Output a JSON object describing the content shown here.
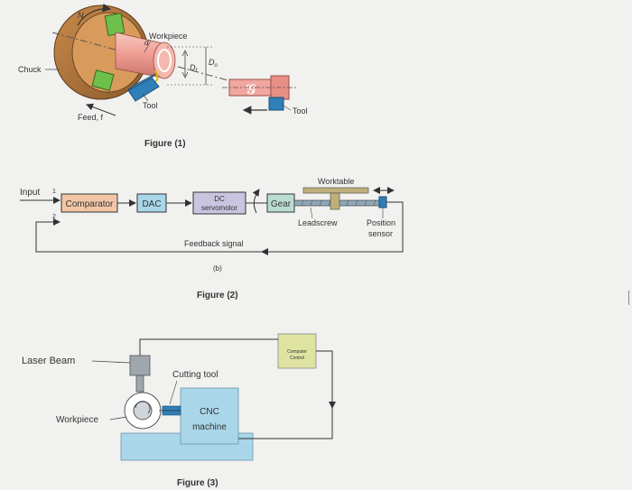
{
  "figure1": {
    "caption": "Figure (1)",
    "labels": {
      "chuck": "Chuck",
      "workpiece": "Workpiece",
      "tool_left": "Tool",
      "tool_right": "Tool",
      "feed": "Feed, f",
      "d": "d",
      "n": "N",
      "df": "D",
      "df_sub": "f",
      "do": "D",
      "do_sub": "o"
    }
  },
  "figure2": {
    "caption": "Figure (2)",
    "subcaption": "(b)",
    "blocks": {
      "input": "Input",
      "input_1": "1",
      "input_2": "2",
      "comparator": "Comparator",
      "dac": "DAC",
      "dc_line1": "DC",
      "dc_line2": "servomotor",
      "gear": "Gear",
      "worktable": "Worktable",
      "leadscrew": "Leadscrew",
      "position_line1": "Position",
      "position_line2": "sensor",
      "feedback": "Feedback signal"
    }
  },
  "figure3": {
    "caption": "Figure (3)",
    "labels": {
      "laser_beam": "Laser Beam",
      "cutting_tool": "Cutting tool",
      "workpiece": "Workpiece",
      "cnc_line1": "CNC",
      "cnc_line2": "machine",
      "computer_line1": "Computer",
      "computer_line2": "Control"
    }
  },
  "colors": {
    "comparator_fill": "#f2c5a6",
    "dac_fill": "#a9d6e8",
    "dc_fill": "#c9c4df",
    "gear_fill": "#b9ddd0",
    "worktable_fill": "#bfb07a",
    "cnc_fill": "#a9d6e8",
    "computer_fill": "#dfe3a2",
    "workpiece_fill": "#f0a7a0",
    "chuck_green": "#6fbf4b",
    "tool_blue": "#2f7fb9"
  }
}
